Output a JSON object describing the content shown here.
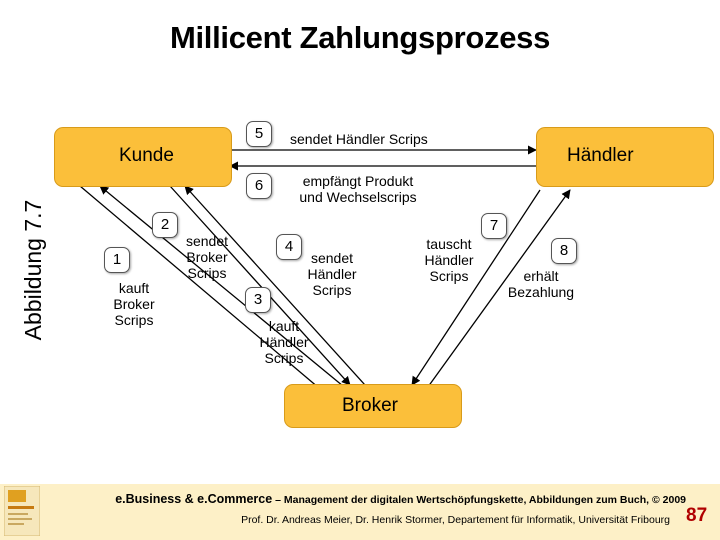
{
  "title": "Millicent Zahlungsprozess",
  "figure_label": "Abbildung 7.7",
  "nodes": {
    "kunde": "Kunde",
    "haendler": "Händler",
    "broker": "Broker"
  },
  "steps": [
    {
      "num": "1",
      "text": "kauft\nBroker\nScrips"
    },
    {
      "num": "2",
      "text": "sendet\nBroker\nScrips"
    },
    {
      "num": "3",
      "text": "kauft\nHändler\nScrips"
    },
    {
      "num": "4",
      "text": "sendet\nHändler\nScrips"
    },
    {
      "num": "5",
      "text": "sendet Händler Scrips"
    },
    {
      "num": "6",
      "text": "empfängt Produkt\nund Wechselscrips"
    },
    {
      "num": "7",
      "text": "tauscht\nHändler\nScrips"
    },
    {
      "num": "8",
      "text": "erhält\nBezahlung"
    }
  ],
  "footer": {
    "course_title": "e.Business & e.Commerce",
    "subtitle": " – Management der digitalen Wertschöpfungskette, Abbildungen zum Buch, © 2009",
    "authors": "Prof. Dr. Andreas Meier, Dr. Henrik Stormer, Departement für Informatik, Universität Fribourg",
    "page_number": "87"
  },
  "colors": {
    "node_fill": "#fbbf3a",
    "footer_bg": "#fdf0c7",
    "page_number": "#b00000"
  }
}
